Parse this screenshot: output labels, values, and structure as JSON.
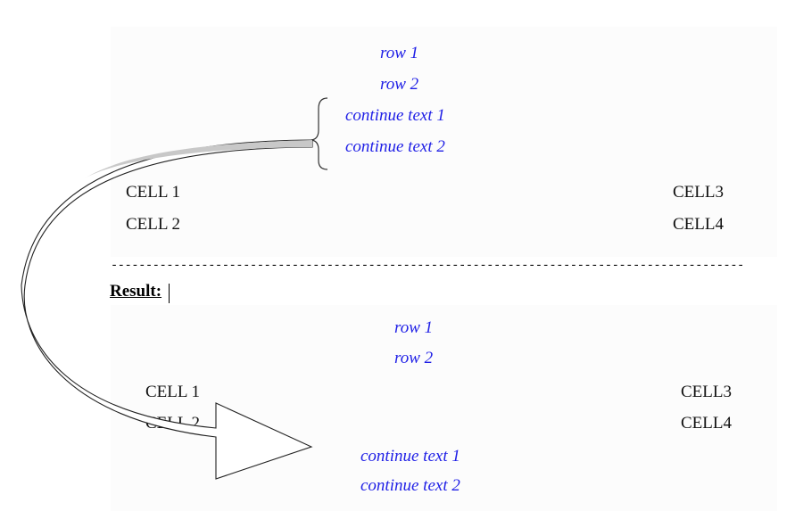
{
  "top_table": {
    "row1": "row 1",
    "row2": "row 2",
    "continue1": "continue text 1",
    "continue2": "continue text 2",
    "cell1": "CELL 1",
    "cell2": "CELL 2",
    "cell3": "CELL3",
    "cell4": "CELL4"
  },
  "separator": "-------------------------------------------------------------------------------------------",
  "result_label": "Result:",
  "bottom_table": {
    "row1": "row 1",
    "row2": "row 2",
    "cell1": "CELL 1",
    "cell2": "CELL 2",
    "cell3": "CELL3",
    "cell4": "CELL4",
    "continue1": "continue text 1",
    "continue2": "continue text 2"
  },
  "colors": {
    "text_blue": "#1f1fe6",
    "arrow_fill": "#c8c8c8"
  }
}
